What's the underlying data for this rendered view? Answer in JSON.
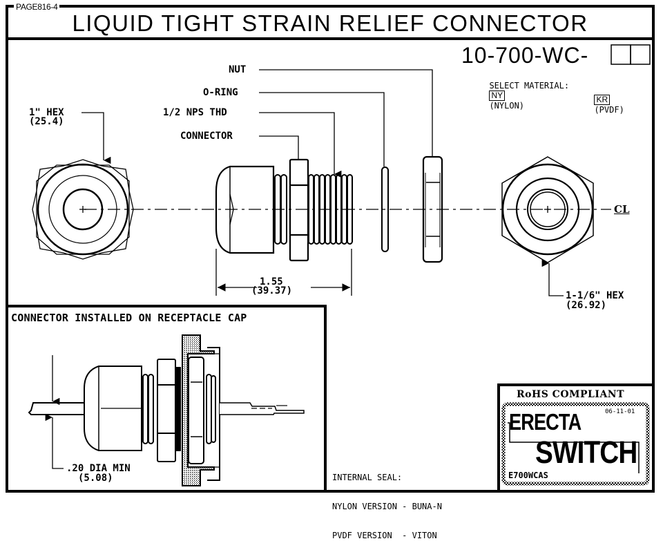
{
  "page_tag": "PAGE816-4",
  "title": "LIQUID TIGHT STRAIN RELIEF CONNECTOR",
  "part_number": {
    "prefix": "10-700-WC-",
    "boxes": 2
  },
  "material_selection": {
    "label": "SELECT MATERIAL:",
    "options": [
      {
        "code": "NY",
        "name": "(NYLON)"
      },
      {
        "code": "KR",
        "name": "(PVDF)"
      }
    ]
  },
  "callouts": {
    "nut": "NUT",
    "o_ring": "O-RING",
    "thread": "1/2 NPS THD",
    "connector": "CONNECTOR",
    "hex_small_line1": "1\" HEX",
    "hex_small_line2": "(25.4)",
    "hex_large_line1": "1-1/6\" HEX",
    "hex_large_line2": "(26.92)",
    "length_line1": "1.55",
    "length_line2": "(39.37)",
    "centerline": "CL"
  },
  "inset": {
    "title": "CONNECTOR INSTALLED ON RECEPTACLE CAP",
    "dia_line1": ".20 DIA MIN",
    "dia_line2": "(5.08)"
  },
  "internal_seal": {
    "heading": "INTERNAL SEAL:",
    "lines": [
      "NYLON VERSION - BUNA-N",
      "PVDF VERSION  - VITON"
    ]
  },
  "title_block": {
    "rohs": "RoHS COMPLIANT",
    "date": "06-11-01",
    "logo_line1": "ERECTA",
    "logo_line2": "SWITCH",
    "drawing_code": "E700WCAS"
  }
}
